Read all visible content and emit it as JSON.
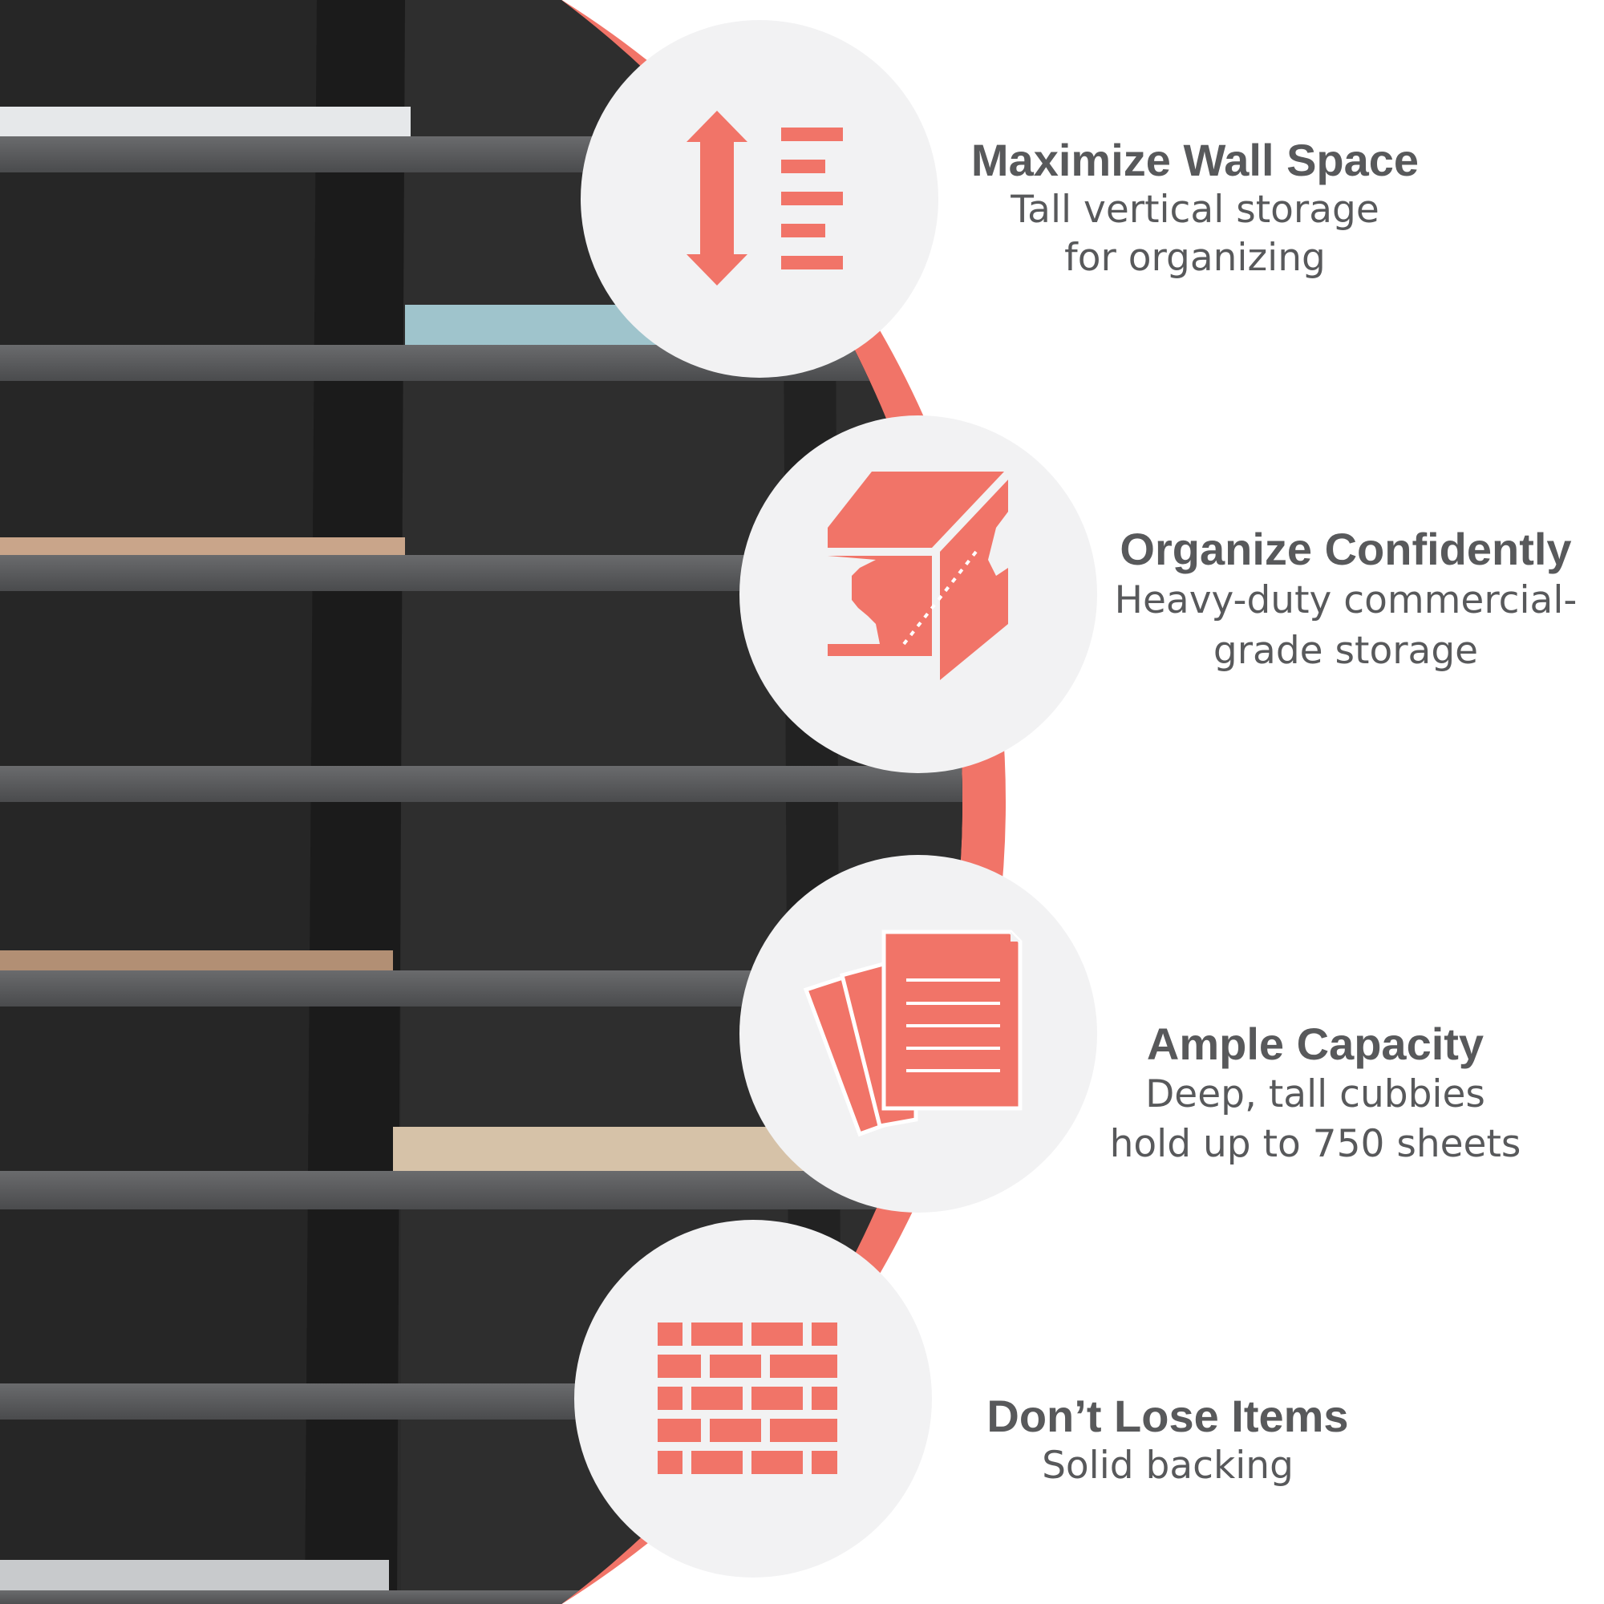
{
  "colors": {
    "accent": "#f17468",
    "circle_bg": "#f2f2f3",
    "text": "#58595b",
    "shelf_dark": "#2a2a2a",
    "shelf_edge": "#5a5b5d"
  },
  "features": [
    {
      "icon": "vertical-space-icon",
      "title": "Maximize Wall Space",
      "desc_line1": "Tall vertical storage",
      "desc_line2": "for organizing"
    },
    {
      "icon": "steel-beam-icon",
      "title": "Organize Confidently",
      "desc_line1": "Heavy-duty commercial-",
      "desc_line2": "grade storage"
    },
    {
      "icon": "paper-stack-icon",
      "title": "Ample Capacity",
      "desc_line1": "Deep, tall cubbies",
      "desc_line2": "hold up to 750 sheets"
    },
    {
      "icon": "brick-wall-icon",
      "title": "Don’t Lose Items",
      "desc_line1": "Solid backing",
      "desc_line2": ""
    }
  ]
}
